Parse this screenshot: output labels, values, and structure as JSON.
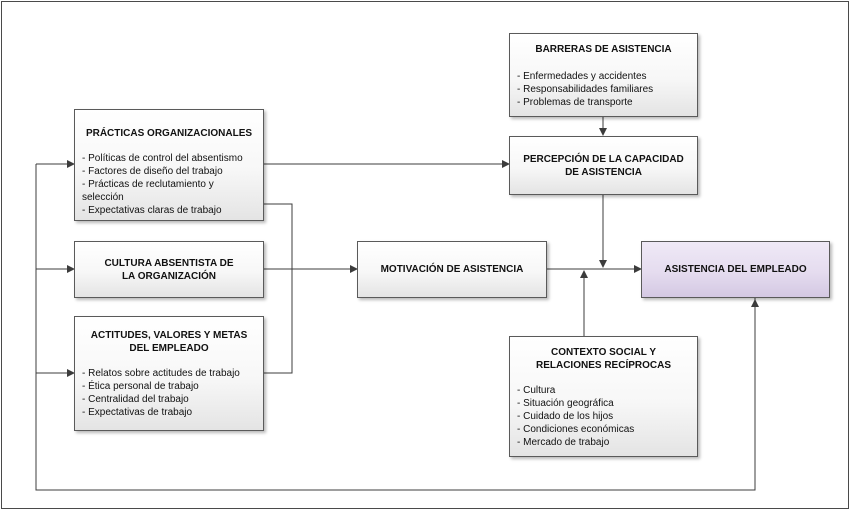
{
  "boxes": {
    "barreras": {
      "title": "BARRERAS DE ASISTENCIA",
      "items": [
        "Enfermedades y accidentes",
        "Responsabilidades familiares",
        "Problemas de transporte"
      ]
    },
    "practicas": {
      "title": "PRÁCTICAS ORGANIZACIONALES",
      "items": [
        "Políticas de control del absentismo",
        "Factores de diseño del trabajo",
        "Prácticas de reclutamiento y selección",
        "Expectativas claras de trabajo"
      ]
    },
    "percepcion": {
      "title": "PERCEPCIÓN DE LA CAPACIDAD DE ASISTENCIA"
    },
    "cultura": {
      "title": "CULTURA ABSENTISTA DE LA ORGANIZACIÓN"
    },
    "motivacion": {
      "title": "MOTIVACIÓN DE ASISTENCIA"
    },
    "asistencia": {
      "title": "ASISTENCIA DEL EMPLEADO"
    },
    "actitudes": {
      "title": "ACTITUDES, VALORES Y METAS DEL EMPLEADO",
      "items": [
        "Relatos sobre actitudes de trabajo",
        "Ética personal de trabajo",
        "Centralidad del trabajo",
        "Expectativas de trabajo"
      ]
    },
    "contexto": {
      "title": "CONTEXTO SOCIAL Y RELACIONES RECÍPROCAS",
      "items": [
        "Cultura",
        "Situación geográfica",
        "Cuidado de los hijos",
        "Condiciones económicas",
        "Mercado de trabajo"
      ]
    }
  },
  "colors": {
    "line": "#3c3c3c",
    "box_border": "#5a5a5a",
    "highlight_fill": "#e5dcef"
  }
}
